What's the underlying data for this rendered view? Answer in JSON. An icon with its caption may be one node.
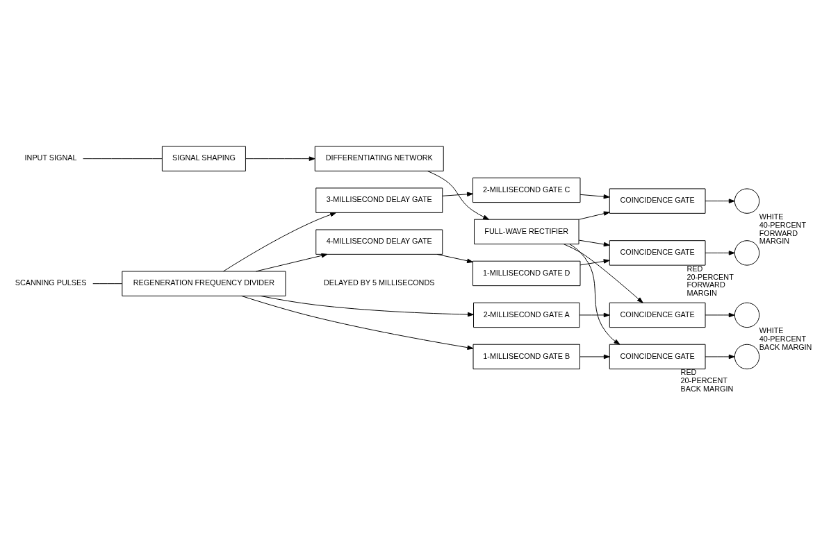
{
  "diagram": {
    "nodes": [
      {
        "text": [
          "INPUT SIGNAL"
        ]
      },
      {
        "text": [
          "SIGNAL SHAPING"
        ]
      },
      {
        "text": [
          "DIFFERENTIATING NETWORK"
        ]
      },
      {
        "text": [
          "FULL-WAVE RECTIFIER"
        ]
      },
      {
        "text": [
          "SCANNING PULSES"
        ]
      },
      {
        "text": [
          "REGENERATION FREQUENCY DIVIDER"
        ]
      },
      {
        "text": [
          "2-MILLISECOND GATE A"
        ]
      },
      {
        "text": [
          "COINCIDENCE GATE"
        ]
      },
      {
        "text": [],
        "shape": "circle",
        "beside": [
          "WHITE 40-PERCENT BACK MARGIN"
        ]
      },
      {
        "text": [
          "1-MILLISECOND GATE B"
        ]
      },
      {
        "text": [
          "COINCIDENCE GATE"
        ]
      },
      {
        "text": [],
        "shape": "circle",
        "beside": [
          "RED 20-PERCENT BACK MARGIN"
        ]
      },
      {
        "text": [
          "3-MILLISECOND DELAY GATE"
        ]
      },
      {
        "text": [
          "2-MILLISECOND GATE C"
        ]
      },
      {
        "text": [
          "COINCIDENCE GATE"
        ]
      },
      {
        "text": [],
        "shape": "circle",
        "beside": [
          "WHITE 40-PERCENT FORWARD MARGIN"
        ]
      },
      {
        "text": [
          "4-MILLISECOND DELAY GATE"
        ]
      },
      {
        "text": [
          "1-MILLISECOND GATE D"
        ]
      },
      {
        "text": [
          "COINCIDENCE GATE"
        ]
      },
      {
        "text": [],
        "shape": "circle",
        "beside": [
          "RED 20-PERCENT FORWARD MARGIN"
        ]
      }
    ],
    "edges": [
      {
        "from": 0,
        "to": 1,
        "arrow": "none"
      },
      {
        "from": 1,
        "to": 2,
        "arrow": "to"
      },
      {
        "from": 2,
        "to": 3,
        "arrow": "to"
      },
      {
        "from": 3,
        "to": 7,
        "arrow": "to"
      },
      {
        "from": 3,
        "to": 10,
        "arrow": "to"
      },
      {
        "from": 3,
        "to": 14,
        "arrow": "to"
      },
      {
        "from": 3,
        "to": 18,
        "arrow": "to"
      },
      {
        "from": 4,
        "to": 5,
        "arrow": "none"
      },
      {
        "from": 5,
        "to": 6,
        "arrow": "to"
      },
      {
        "from": 5,
        "to": 9,
        "arrow": "to"
      },
      {
        "from": 5,
        "to": 12,
        "arrow": "to"
      },
      {
        "from": 5,
        "to": 16,
        "arrow": "to"
      },
      {
        "from": 6,
        "to": 7,
        "arrow": "to"
      },
      {
        "from": 9,
        "to": 10,
        "arrow": "to"
      },
      {
        "from": 12,
        "to": 13,
        "arrow": "to"
      },
      {
        "from": 16,
        "to": 17,
        "arrow": "to"
      },
      {
        "from": 13,
        "to": 14,
        "arrow": "to"
      },
      {
        "from": 17,
        "to": 18,
        "arrow": "to"
      },
      {
        "from": 7,
        "to": 8,
        "arrow": "to"
      },
      {
        "from": 10,
        "to": 11,
        "arrow": "to"
      },
      {
        "from": 14,
        "to": 15,
        "arrow": "to"
      },
      {
        "from": 18,
        "to": 19,
        "arrow": "to"
      }
    ],
    "labels": [
      "DELAYED BY 5 MILLISECONDS"
    ]
  }
}
